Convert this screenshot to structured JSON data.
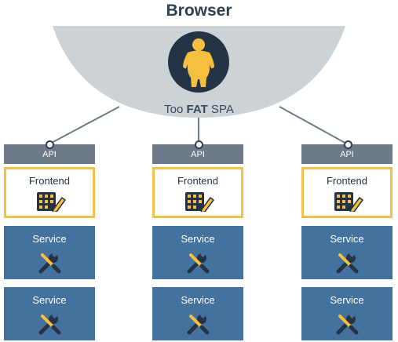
{
  "title": "Browser",
  "spa_label": {
    "prefix": "Too",
    "emphasis": "FAT",
    "suffix": "SPA"
  },
  "columns": [
    {
      "api": "API",
      "frontend": "Frontend",
      "services": [
        "Service",
        "Service"
      ]
    },
    {
      "api": "API",
      "frontend": "Frontend",
      "services": [
        "Service",
        "Service"
      ]
    },
    {
      "api": "API",
      "frontend": "Frontend",
      "services": [
        "Service",
        "Service"
      ]
    }
  ],
  "icons": {
    "avatar": "fat-person-icon",
    "frontend": "frontend-grid-icon",
    "service": "wrench-screwdriver-icon"
  },
  "colors": {
    "browser_dome": "#cdd2d6",
    "avatar_bg": "#253347",
    "avatar_figure": "#f6bf3d",
    "api_bar": "#6c7b87",
    "frontend_border": "#f2c14a",
    "service_bg": "#44729e",
    "title": "#2f4054"
  }
}
